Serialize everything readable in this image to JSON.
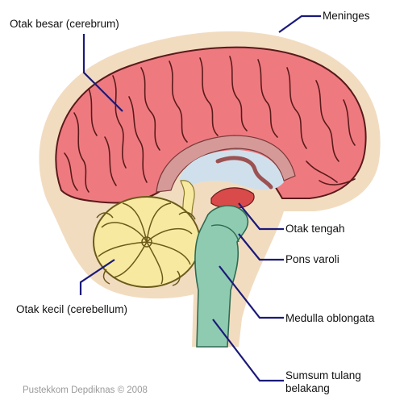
{
  "labels": {
    "cerebrum": "Otak besar (cerebrum)",
    "meninges": "Meninges",
    "midbrain": "Otak tengah",
    "pons": "Pons varoli",
    "medulla": "Medulla oblongata",
    "cerebellum": "Otak kecil (cerebellum)",
    "spinal_cord_line1": "Sumsum tulang",
    "spinal_cord_line2": "belakang"
  },
  "credit": "Pustekkom Depdiknas © 2008",
  "colors": {
    "meninges": "#f2dcc0",
    "cerebrum": "#ee7a80",
    "cerebrum_outline": "#5a1a1a",
    "ventricle": "#cfe0ec",
    "corpus_callosum": "#d59a98",
    "cerebellum": "#f7e9a0",
    "brainstem": "#8fcbb0",
    "midbrain": "#d94a4a",
    "leader_line": "#1a1a7a"
  }
}
